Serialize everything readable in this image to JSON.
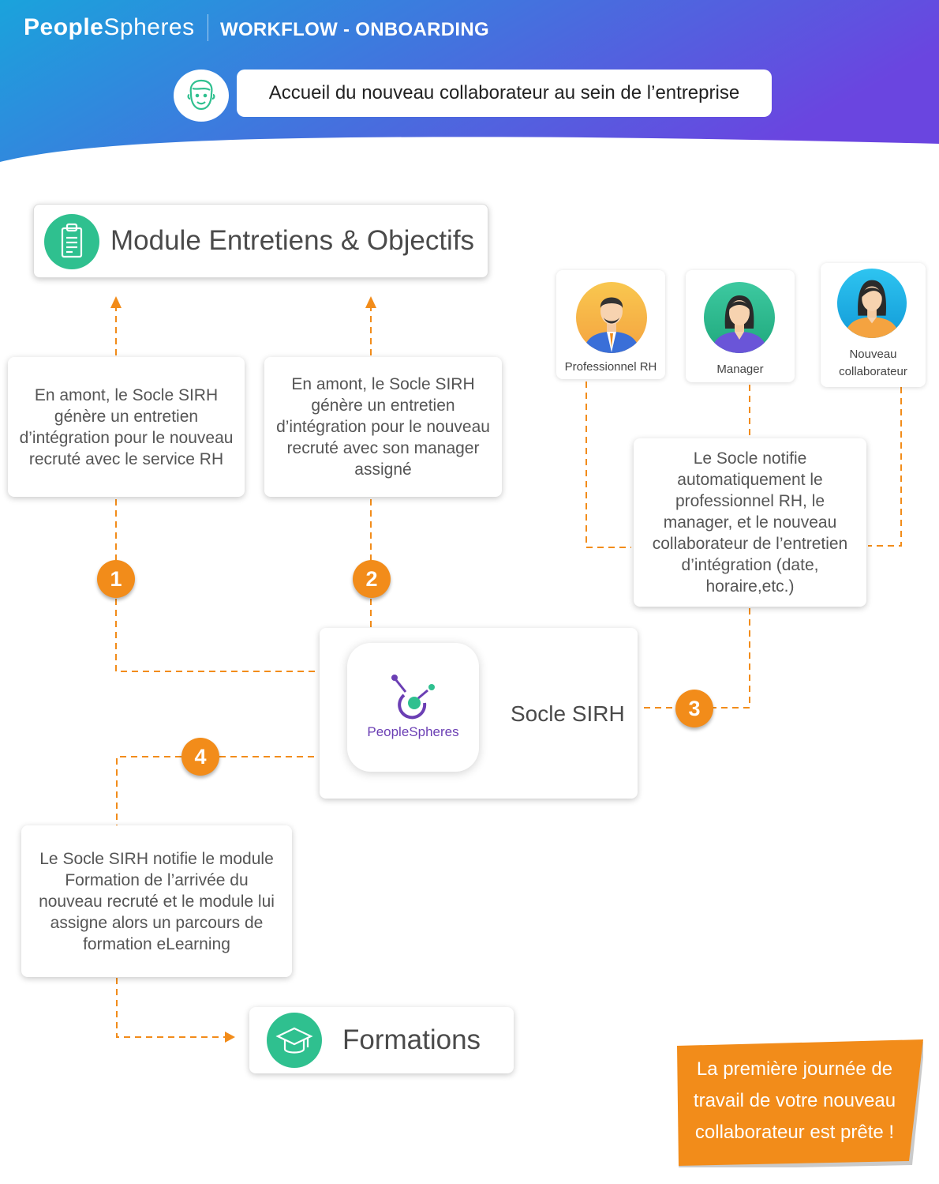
{
  "header": {
    "logo_bold": "People",
    "logo_thin": "Spheres",
    "title": "WORKFLOW - ONBOARDING",
    "subtitle": "Accueil du nouveau collaborateur au sein de l’entreprise",
    "face_icon": "face-icon"
  },
  "colors": {
    "header_start": "#1aa3dc",
    "header_end": "#6a45e0",
    "accent_orange": "#f28c1a",
    "green": "#2fc08f",
    "logo_purple": "#6b3fb4"
  },
  "module": {
    "title": "Module Entretiens & Objectifs",
    "icon": "clipboard-icon"
  },
  "steps": {
    "step1": {
      "number": "1",
      "text": "En amont, le Socle SIRH génère un entretien d’intégration pour le nouveau recruté avec le service RH"
    },
    "step2": {
      "number": "2",
      "text": "En amont, le Socle SIRH génère un entretien d’intégration pour le nouveau recruté avec son manager assigné"
    },
    "step3": {
      "number": "3",
      "text": "Le Socle notifie automatiquement le professionnel RH, le manager, et le nouveau collaborateur de l’entretien d’intégration (date, horaire,etc.)"
    },
    "step4": {
      "number": "4",
      "text": "Le Socle SIRH notifie le module Formation de l’arrivée du nouveau recruté et le module lui assigne alors un parcours de formation eLearning"
    }
  },
  "people": {
    "hr": {
      "label": "Professionnel RH",
      "icon": "hr-professional-avatar-icon"
    },
    "manager": {
      "label": "Manager",
      "icon": "manager-avatar-icon"
    },
    "newhire": {
      "label_line1": "Nouveau",
      "label_line2": "collaborateur",
      "icon": "new-employee-avatar-icon"
    }
  },
  "socle": {
    "label": "Socle SIRH",
    "logo_text": "PeopleSpheres",
    "icon": "peoplespheres-logo-icon"
  },
  "formations": {
    "title": "Formations",
    "icon": "graduation-cap-icon"
  },
  "conclusion": {
    "line1": "La première journée de",
    "line2": "travail de votre nouveau",
    "line3": "collaborateur est prête !"
  }
}
